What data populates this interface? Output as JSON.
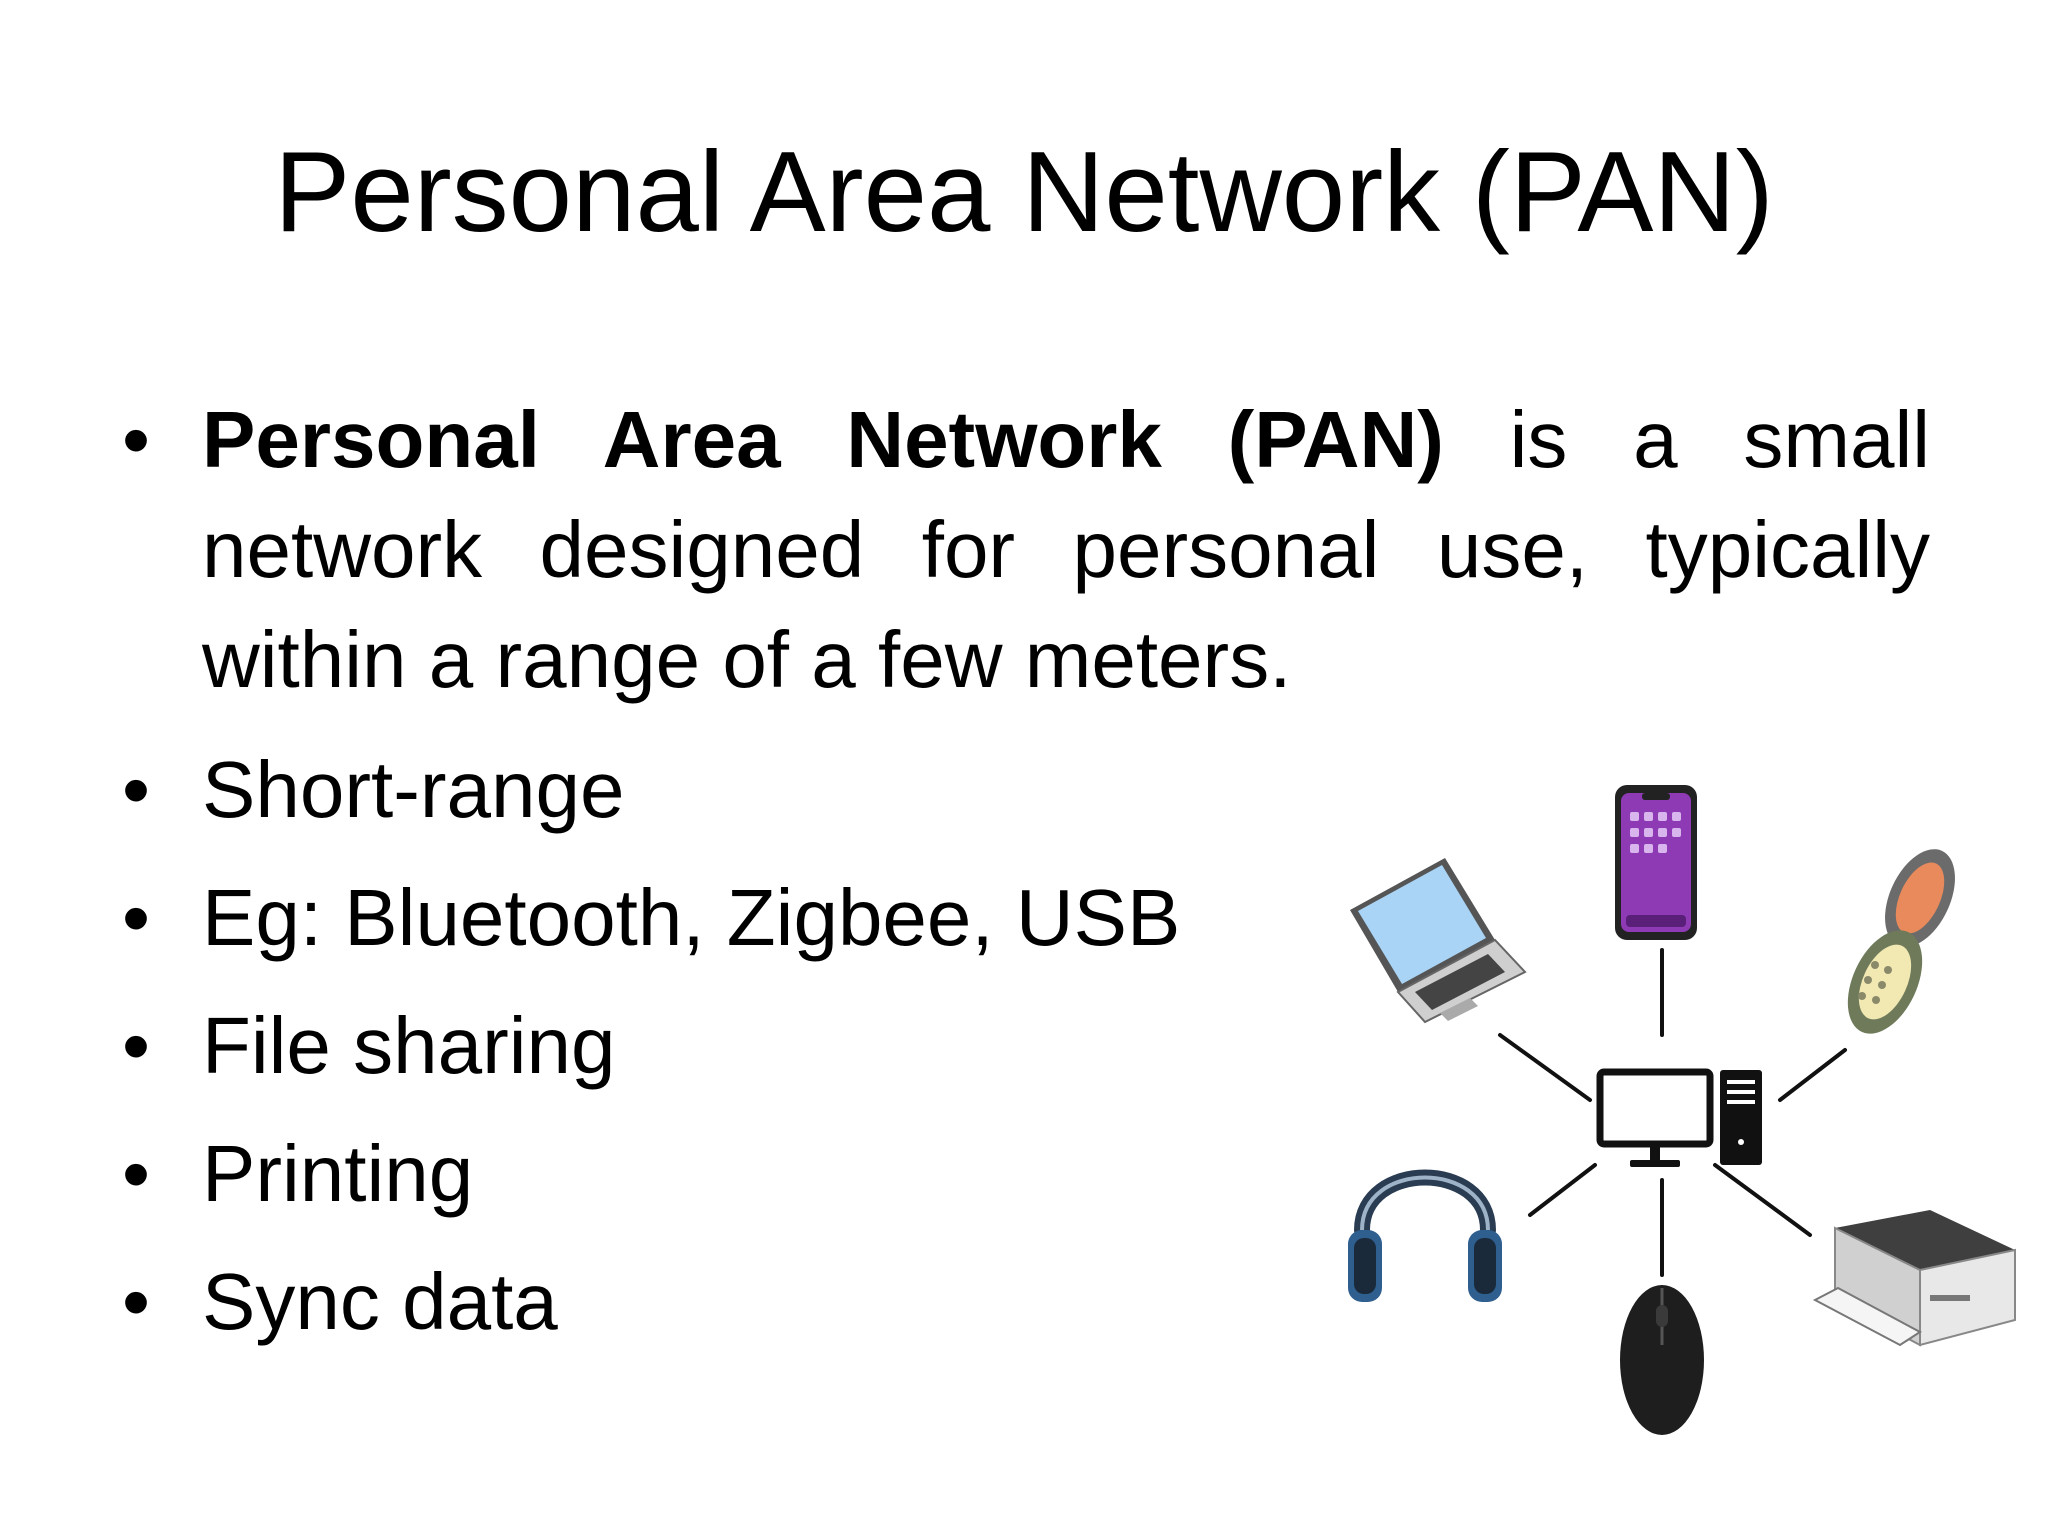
{
  "slide": {
    "title": "Personal Area Network (PAN)",
    "bullets": [
      {
        "bold": "Personal Area Network (PAN)",
        "text": " is a small network designed for personal use, typically within a range of a few meters."
      },
      {
        "text": "Short-range"
      },
      {
        "text": "Eg: Bluetooth, Zigbee, USB"
      },
      {
        "text": "File sharing"
      },
      {
        "text": "Printing"
      },
      {
        "text": "Sync data"
      }
    ],
    "bullet_symbol": "•"
  },
  "diagram": {
    "center": "desktop-computer-icon",
    "devices": [
      "smartphone-icon",
      "laptop-icon",
      "flip-phone-icon",
      "headphones-icon",
      "mouse-icon",
      "printer-icon"
    ],
    "colors": {
      "phone_body": "#7a2fa0",
      "laptop_screen": "#a9d4f5",
      "headphone_cup": "#2f5f8f",
      "printer_body": "#4a4a4a",
      "line": "#111111"
    }
  }
}
